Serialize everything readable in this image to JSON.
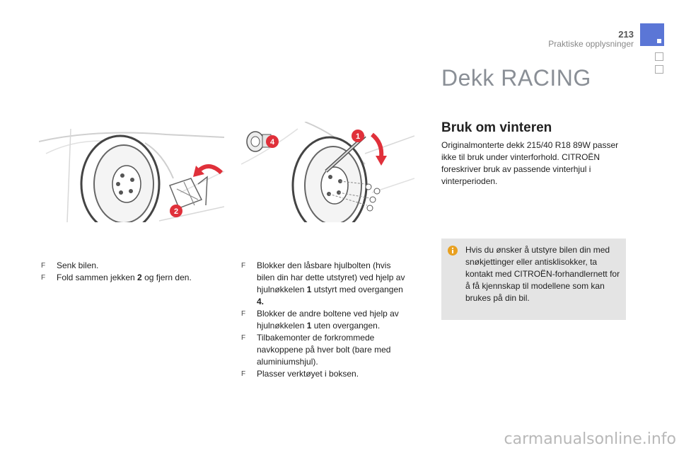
{
  "header": {
    "page_number": "213",
    "section_title": "Praktiske opplysninger"
  },
  "main": {
    "title": "Dekk RACING",
    "subtitle": "Bruk om vinteren",
    "paragraph": "Originalmonterte dekk 215/40 R18 89W passer ikke til bruk under vinterforhold. CITROËN foreskriver bruk av passende vinterhjul i vinterperioden.",
    "info_text": "Hvis du ønsker å utstyre bilen din med snøkjettinger eller antisklisokker, ta kontakt med CITROËN-forhandlernett for å få kjennskap til modellene som kan brukes på din bil."
  },
  "illustrations": {
    "left_callout": "2",
    "right_callouts": [
      "1",
      "4"
    ]
  },
  "left_list": {
    "bullet": "F",
    "items": [
      {
        "segments": [
          "Senk bilen."
        ]
      },
      {
        "segments": [
          "Fold sammen jekken ",
          "2",
          " og fjern den."
        ]
      }
    ]
  },
  "right_list": {
    "bullet": "F",
    "items": [
      {
        "segments": [
          "Blokker den låsbare hjulbolten (hvis bilen din har dette utstyret) ved hjelp av hjulnøkkelen ",
          "1",
          " utstyrt med overgangen ",
          "4."
        ]
      },
      {
        "segments": [
          "Blokker de andre boltene ved hjelp av hjulnøkkelen ",
          "1",
          " uten overgangen."
        ]
      },
      {
        "segments": [
          "Tilbakemonter de forkrommede navkoppene på hver bolt (bare med aluminiumshjul)."
        ]
      },
      {
        "segments": [
          "Plasser verktøyet i boksen."
        ]
      }
    ]
  },
  "watermark": "carmanualsonline.info",
  "colors": {
    "accent_tab": "#5b76d6",
    "callout_red": "#e0303a",
    "info_bg": "#e4e4e4",
    "info_icon": "#e8a020"
  }
}
